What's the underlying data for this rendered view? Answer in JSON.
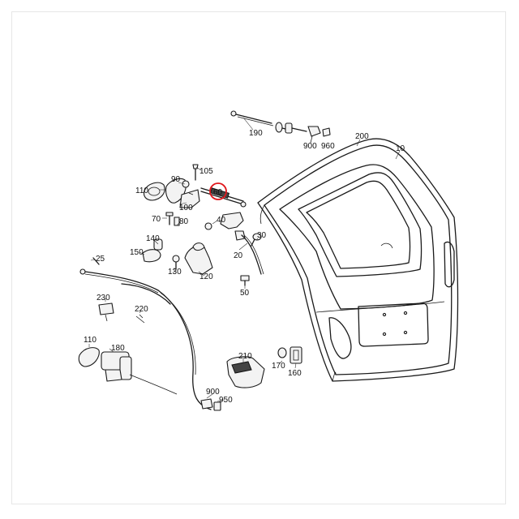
{
  "labels": {
    "p190": "190",
    "p200": "200",
    "p10": "10",
    "p900a": "900",
    "p960": "960",
    "p105": "105",
    "p90": "90",
    "p110a": "110",
    "p100": "100",
    "p60": "60",
    "p70": "70",
    "p80": "80",
    "p40": "40",
    "p30": "30",
    "p140": "140",
    "p150": "150",
    "p130": "130",
    "p20": "20",
    "p120": "120",
    "p25": "25",
    "p50": "50",
    "p230": "230",
    "p220": "220",
    "p110b": "110",
    "p180": "180",
    "p210": "210",
    "p170": "170",
    "p160": "160",
    "p900b": "900",
    "p950": "950"
  },
  "highlight": {
    "part": "60",
    "color": "#e0161b"
  }
}
